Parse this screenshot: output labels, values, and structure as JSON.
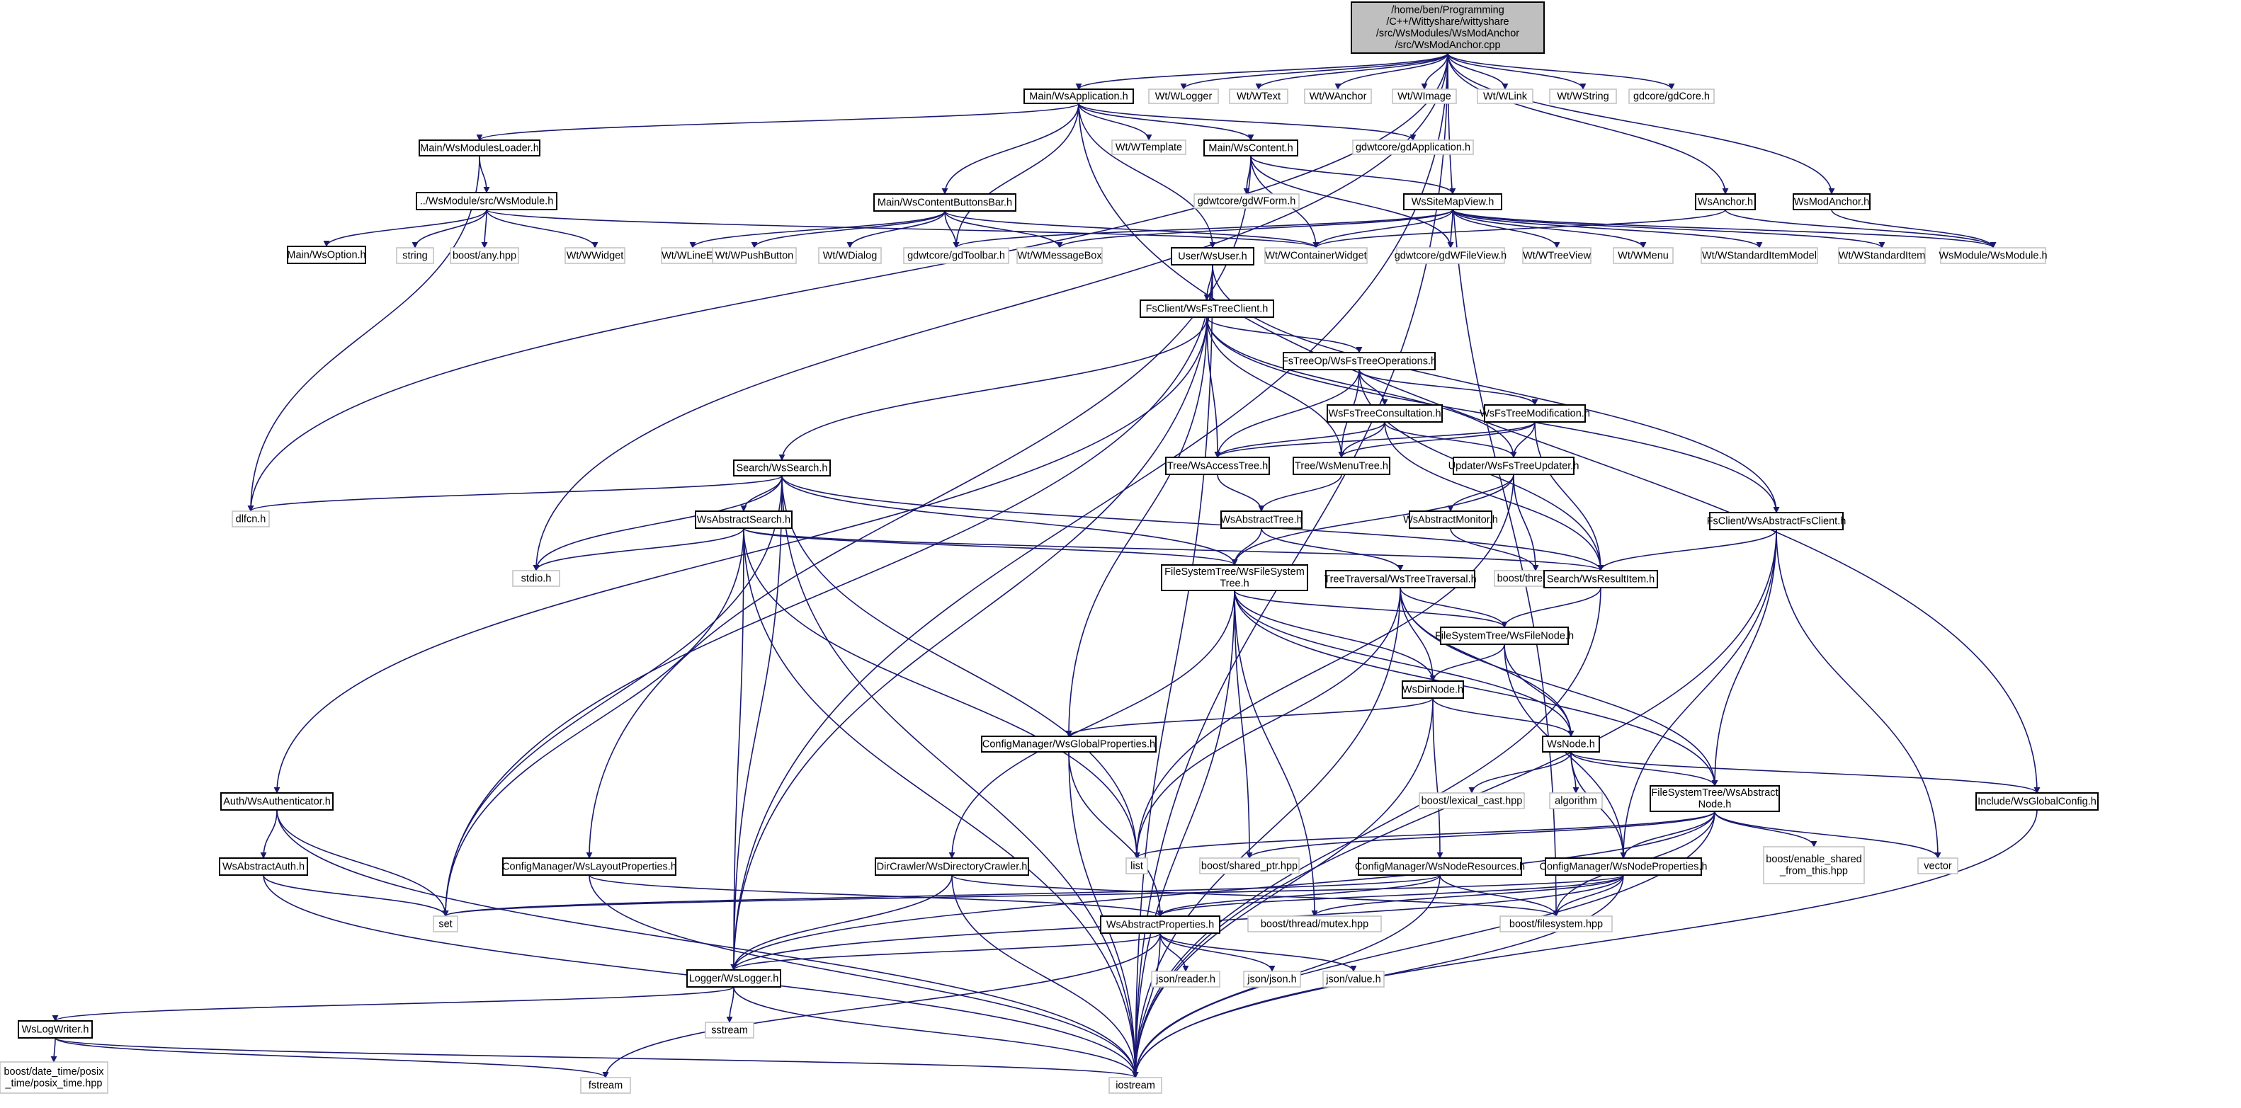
{
  "colors": {
    "edge": "#191970",
    "node_border": "#000000",
    "external_border": "#bfbfbf",
    "root_fill": "#bfbfbf"
  },
  "nodes": [
    {
      "id": "root",
      "lines": [
        "/home/ben/Programming",
        "/C++/Wittyshare/wittyshare",
        "/src/WsModules/WsModAnchor",
        "/src/WsModAnchor.cpp"
      ],
      "kind": "root"
    },
    {
      "id": "wsapp",
      "lines": [
        "Main/WsApplication.h"
      ],
      "kind": "file"
    },
    {
      "id": "wlogger",
      "lines": [
        "Wt/WLogger"
      ],
      "kind": "ext"
    },
    {
      "id": "wtext",
      "lines": [
        "Wt/WText"
      ],
      "kind": "ext"
    },
    {
      "id": "wanchor",
      "lines": [
        "Wt/WAnchor"
      ],
      "kind": "ext"
    },
    {
      "id": "wimage",
      "lines": [
        "Wt/WImage"
      ],
      "kind": "ext"
    },
    {
      "id": "wlink",
      "lines": [
        "Wt/WLink"
      ],
      "kind": "ext"
    },
    {
      "id": "wstring",
      "lines": [
        "Wt/WString"
      ],
      "kind": "ext"
    },
    {
      "id": "gdcore",
      "lines": [
        "gdcore/gdCore.h"
      ],
      "kind": "ext"
    },
    {
      "id": "modloader",
      "lines": [
        "Main/WsModulesLoader.h"
      ],
      "kind": "file"
    },
    {
      "id": "wtemplate",
      "lines": [
        "Wt/WTemplate"
      ],
      "kind": "ext"
    },
    {
      "id": "wscontent",
      "lines": [
        "Main/WsContent.h"
      ],
      "kind": "file"
    },
    {
      "id": "gdapp",
      "lines": [
        "gdwtcore/gdApplication.h"
      ],
      "kind": "ext"
    },
    {
      "id": "wsmodule",
      "lines": [
        "../WsModule/src/WsModule.h"
      ],
      "kind": "file"
    },
    {
      "id": "gdform",
      "lines": [
        "gdwtcore/gdWForm.h"
      ],
      "kind": "ext"
    },
    {
      "id": "cbuttons",
      "lines": [
        "Main/WsContentButtonsBar.h"
      ],
      "kind": "file"
    },
    {
      "id": "sitemap",
      "lines": [
        "WsSiteMapView.h"
      ],
      "kind": "file"
    },
    {
      "id": "wsanchorh",
      "lines": [
        "WsAnchor.h"
      ],
      "kind": "file"
    },
    {
      "id": "wsmodanchorh",
      "lines": [
        "WsModAnchor.h"
      ],
      "kind": "file"
    },
    {
      "id": "wsoption",
      "lines": [
        "Main/WsOption.h"
      ],
      "kind": "file"
    },
    {
      "id": "string",
      "lines": [
        "string"
      ],
      "kind": "ext"
    },
    {
      "id": "boostany",
      "lines": [
        "boost/any.hpp"
      ],
      "kind": "ext"
    },
    {
      "id": "wwidget",
      "lines": [
        "Wt/WWidget"
      ],
      "kind": "ext"
    },
    {
      "id": "wlineedit",
      "lines": [
        "Wt/WLineEdit"
      ],
      "kind": "ext"
    },
    {
      "id": "wpushbutton",
      "lines": [
        "Wt/WPushButton"
      ],
      "kind": "ext"
    },
    {
      "id": "wdialog",
      "lines": [
        "Wt/WDialog"
      ],
      "kind": "ext"
    },
    {
      "id": "gdtoolbar",
      "lines": [
        "gdwtcore/gdToolbar.h"
      ],
      "kind": "ext"
    },
    {
      "id": "wmessagebox",
      "lines": [
        "Wt/WMessageBox"
      ],
      "kind": "ext"
    },
    {
      "id": "wcontainer",
      "lines": [
        "Wt/WContainerWidget"
      ],
      "kind": "ext"
    },
    {
      "id": "gdfileview",
      "lines": [
        "gdwtcore/gdWFileView.h"
      ],
      "kind": "ext"
    },
    {
      "id": "wtreeview",
      "lines": [
        "Wt/WTreeView"
      ],
      "kind": "ext"
    },
    {
      "id": "wmenu",
      "lines": [
        "Wt/WMenu"
      ],
      "kind": "ext"
    },
    {
      "id": "wstdmodel",
      "lines": [
        "Wt/WStandardItemModel"
      ],
      "kind": "ext"
    },
    {
      "id": "wstditem",
      "lines": [
        "Wt/WStandardItem"
      ],
      "kind": "ext"
    },
    {
      "id": "wsmodmodule",
      "lines": [
        "WsModule/WsModule.h"
      ],
      "kind": "ext"
    },
    {
      "id": "wsuser",
      "lines": [
        "User/WsUser.h"
      ],
      "kind": "file"
    },
    {
      "id": "fstreeclient",
      "lines": [
        "FsClient/WsFsTreeClient.h"
      ],
      "kind": "file"
    },
    {
      "id": "fstreeops",
      "lines": [
        "FsTreeOp/WsFsTreeOperations.h"
      ],
      "kind": "file"
    },
    {
      "id": "fsconsult",
      "lines": [
        "WsFsTreeConsultation.h"
      ],
      "kind": "file"
    },
    {
      "id": "fsmodif",
      "lines": [
        "WsFsTreeModification.h"
      ],
      "kind": "file"
    },
    {
      "id": "accesstree",
      "lines": [
        "Tree/WsAccessTree.h"
      ],
      "kind": "file"
    },
    {
      "id": "menutree",
      "lines": [
        "Tree/WsMenuTree.h"
      ],
      "kind": "file"
    },
    {
      "id": "updater",
      "lines": [
        "Updater/WsFsTreeUpdater.h"
      ],
      "kind": "file"
    },
    {
      "id": "wssearch",
      "lines": [
        "Search/WsSearch.h"
      ],
      "kind": "file"
    },
    {
      "id": "dlfcn",
      "lines": [
        "dlfcn.h"
      ],
      "kind": "ext"
    },
    {
      "id": "abssearch",
      "lines": [
        "WsAbstractSearch.h"
      ],
      "kind": "file"
    },
    {
      "id": "abstree",
      "lines": [
        "WsAbstractTree.h"
      ],
      "kind": "file"
    },
    {
      "id": "absmonitor",
      "lines": [
        "WsAbstractMonitor.h"
      ],
      "kind": "file"
    },
    {
      "id": "absfsclient",
      "lines": [
        "FsClient/WsAbstractFsClient.h"
      ],
      "kind": "file"
    },
    {
      "id": "stdio",
      "lines": [
        "stdio.h"
      ],
      "kind": "ext"
    },
    {
      "id": "filesystemtree",
      "lines": [
        "FileSystemTree/WsFileSystem",
        "Tree.h"
      ],
      "kind": "file"
    },
    {
      "id": "treetraversal",
      "lines": [
        "TreeTraversal/WsTreeTraversal.h"
      ],
      "kind": "file"
    },
    {
      "id": "boostthread",
      "lines": [
        "boost/thread.hpp"
      ],
      "kind": "ext"
    },
    {
      "id": "resultitem",
      "lines": [
        "Search/WsResultItem.h"
      ],
      "kind": "file"
    },
    {
      "id": "filenode",
      "lines": [
        "FileSystemTree/WsFileNode.h"
      ],
      "kind": "file"
    },
    {
      "id": "dirnode",
      "lines": [
        "WsDirNode.h"
      ],
      "kind": "file"
    },
    {
      "id": "globalprops",
      "lines": [
        "ConfigManager/WsGlobalProperties.h"
      ],
      "kind": "file"
    },
    {
      "id": "wsnode",
      "lines": [
        "WsNode.h"
      ],
      "kind": "file"
    },
    {
      "id": "lexicalcast",
      "lines": [
        "boost/lexical_cast.hpp"
      ],
      "kind": "ext"
    },
    {
      "id": "algorithm",
      "lines": [
        "algorithm"
      ],
      "kind": "ext"
    },
    {
      "id": "absnode",
      "lines": [
        "FileSystemTree/WsAbstract",
        "Node.h"
      ],
      "kind": "file"
    },
    {
      "id": "globalconfig",
      "lines": [
        "Include/WsGlobalConfig.h"
      ],
      "kind": "file"
    },
    {
      "id": "authenticator",
      "lines": [
        "Auth/WsAuthenticator.h"
      ],
      "kind": "file"
    },
    {
      "id": "absauth",
      "lines": [
        "WsAbstractAuth.h"
      ],
      "kind": "file"
    },
    {
      "id": "layoutprops",
      "lines": [
        "ConfigManager/WsLayoutProperties.h"
      ],
      "kind": "file"
    },
    {
      "id": "dircrawler",
      "lines": [
        "DirCrawler/WsDirectoryCrawler.h"
      ],
      "kind": "file"
    },
    {
      "id": "list",
      "lines": [
        "list"
      ],
      "kind": "ext"
    },
    {
      "id": "sharedptr",
      "lines": [
        "boost/shared_ptr.hpp"
      ],
      "kind": "ext"
    },
    {
      "id": "noderesources",
      "lines": [
        "ConfigManager/WsNodeResources.h"
      ],
      "kind": "file"
    },
    {
      "id": "nodeprops",
      "lines": [
        "ConfigManager/WsNodeProperties.h"
      ],
      "kind": "file"
    },
    {
      "id": "enableshared",
      "lines": [
        "boost/enable_shared",
        "_from_this.hpp"
      ],
      "kind": "ext"
    },
    {
      "id": "vector",
      "lines": [
        "vector"
      ],
      "kind": "ext"
    },
    {
      "id": "set",
      "lines": [
        "set"
      ],
      "kind": "ext"
    },
    {
      "id": "absprops",
      "lines": [
        "WsAbstractProperties.h"
      ],
      "kind": "file"
    },
    {
      "id": "mutex",
      "lines": [
        "boost/thread/mutex.hpp"
      ],
      "kind": "ext"
    },
    {
      "id": "filesystem",
      "lines": [
        "boost/filesystem.hpp"
      ],
      "kind": "ext"
    },
    {
      "id": "wslogger",
      "lines": [
        "Logger/WsLogger.h"
      ],
      "kind": "file"
    },
    {
      "id": "jsonreader",
      "lines": [
        "json/reader.h"
      ],
      "kind": "ext"
    },
    {
      "id": "jsonjson",
      "lines": [
        "json/json.h"
      ],
      "kind": "ext"
    },
    {
      "id": "jsonvalue",
      "lines": [
        "json/value.h"
      ],
      "kind": "ext"
    },
    {
      "id": "logwriter",
      "lines": [
        "WsLogWriter.h"
      ],
      "kind": "file"
    },
    {
      "id": "sstream",
      "lines": [
        "sstream"
      ],
      "kind": "ext"
    },
    {
      "id": "posixtime",
      "lines": [
        "boost/date_time/posix",
        "_time/posix_time.hpp"
      ],
      "kind": "ext"
    },
    {
      "id": "fstream",
      "lines": [
        "fstream"
      ],
      "kind": "ext"
    },
    {
      "id": "iostream",
      "lines": [
        "iostream"
      ],
      "kind": "ext"
    }
  ],
  "edges": [
    [
      "root",
      "wsapp"
    ],
    [
      "root",
      "wlogger"
    ],
    [
      "root",
      "wtext"
    ],
    [
      "root",
      "wanchor"
    ],
    [
      "root",
      "wimage"
    ],
    [
      "root",
      "wlink"
    ],
    [
      "root",
      "wstring"
    ],
    [
      "root",
      "gdcore"
    ],
    [
      "root",
      "wsanchorh"
    ],
    [
      "root",
      "wsmodanchorh"
    ],
    [
      "root",
      "dlfcn"
    ],
    [
      "root",
      "stdio"
    ],
    [
      "root",
      "wslogger"
    ],
    [
      "root",
      "filesystem"
    ],
    [
      "root",
      "iostream"
    ],
    [
      "wsapp",
      "modloader"
    ],
    [
      "wsapp",
      "wtemplate"
    ],
    [
      "wsapp",
      "wscontent"
    ],
    [
      "wsapp",
      "gdapp"
    ],
    [
      "wsapp",
      "cbuttons"
    ],
    [
      "wsapp",
      "gdtoolbar"
    ],
    [
      "wsapp",
      "wsuser"
    ],
    [
      "wsapp",
      "globalconfig"
    ],
    [
      "modloader",
      "wsmodule"
    ],
    [
      "modloader",
      "dlfcn"
    ],
    [
      "wsmodule",
      "wsoption"
    ],
    [
      "wsmodule",
      "string"
    ],
    [
      "wsmodule",
      "boostany"
    ],
    [
      "wsmodule",
      "wwidget"
    ],
    [
      "wsmodule",
      "wcontainer"
    ],
    [
      "wscontent",
      "gdform"
    ],
    [
      "wscontent",
      "sitemap"
    ],
    [
      "wscontent",
      "wcontainer"
    ],
    [
      "wscontent",
      "gdfileview"
    ],
    [
      "wscontent",
      "layoutprops"
    ],
    [
      "cbuttons",
      "wlineedit"
    ],
    [
      "cbuttons",
      "wpushbutton"
    ],
    [
      "cbuttons",
      "wdialog"
    ],
    [
      "cbuttons",
      "gdtoolbar"
    ],
    [
      "cbuttons",
      "wmessagebox"
    ],
    [
      "cbuttons",
      "wcontainer"
    ],
    [
      "sitemap",
      "wmessagebox"
    ],
    [
      "sitemap",
      "gdtoolbar"
    ],
    [
      "sitemap",
      "wcontainer"
    ],
    [
      "sitemap",
      "gdfileview"
    ],
    [
      "sitemap",
      "wtreeview"
    ],
    [
      "sitemap",
      "wmenu"
    ],
    [
      "sitemap",
      "wstdmodel"
    ],
    [
      "sitemap",
      "wstditem"
    ],
    [
      "sitemap",
      "wsmodmodule"
    ],
    [
      "wsanchorh",
      "wcontainer"
    ],
    [
      "wsanchorh",
      "wsmodmodule"
    ],
    [
      "wsmodanchorh",
      "wsmodmodule"
    ],
    [
      "wsuser",
      "fstreeclient"
    ],
    [
      "wsuser",
      "absfsclient"
    ],
    [
      "wsuser",
      "set"
    ],
    [
      "wsuser",
      "wslogger"
    ],
    [
      "wsuser",
      "iostream"
    ],
    [
      "fstreeclient",
      "fstreeops"
    ],
    [
      "fstreeclient",
      "accesstree"
    ],
    [
      "fstreeclient",
      "menutree"
    ],
    [
      "fstreeclient",
      "updater"
    ],
    [
      "fstreeclient",
      "wssearch"
    ],
    [
      "fstreeclient",
      "authenticator"
    ],
    [
      "fstreeclient",
      "globalprops"
    ],
    [
      "fstreeclient",
      "absfsclient"
    ],
    [
      "fstreeops",
      "fsconsult"
    ],
    [
      "fstreeops",
      "fsmodif"
    ],
    [
      "fstreeops",
      "accesstree"
    ],
    [
      "fstreeops",
      "menutree"
    ],
    [
      "fstreeops",
      "resultitem"
    ],
    [
      "fsconsult",
      "accesstree"
    ],
    [
      "fsconsult",
      "menutree"
    ],
    [
      "fsconsult",
      "updater"
    ],
    [
      "fsconsult",
      "resultitem"
    ],
    [
      "fsmodif",
      "accesstree"
    ],
    [
      "fsmodif",
      "menutree"
    ],
    [
      "fsmodif",
      "updater"
    ],
    [
      "fsmodif",
      "resultitem"
    ],
    [
      "accesstree",
      "abstree"
    ],
    [
      "menutree",
      "abstree"
    ],
    [
      "updater",
      "absmonitor"
    ],
    [
      "updater",
      "boostthread"
    ],
    [
      "updater",
      "filesystemtree"
    ],
    [
      "updater",
      "list"
    ],
    [
      "absmonitor",
      "boostthread"
    ],
    [
      "abstree",
      "filesystemtree"
    ],
    [
      "abstree",
      "treetraversal"
    ],
    [
      "wssearch",
      "abssearch"
    ],
    [
      "wssearch",
      "dlfcn"
    ],
    [
      "wssearch",
      "stdio"
    ],
    [
      "wssearch",
      "filesystemtree"
    ],
    [
      "wssearch",
      "resultitem"
    ],
    [
      "wssearch",
      "set"
    ],
    [
      "wssearch",
      "list"
    ],
    [
      "wssearch",
      "wslogger"
    ],
    [
      "wssearch",
      "iostream"
    ],
    [
      "abssearch",
      "stdio"
    ],
    [
      "abssearch",
      "filesystemtree"
    ],
    [
      "abssearch",
      "resultitem"
    ],
    [
      "abssearch",
      "set"
    ],
    [
      "abssearch",
      "list"
    ],
    [
      "abssearch",
      "wslogger"
    ],
    [
      "abssearch",
      "iostream"
    ],
    [
      "absfsclient",
      "resultitem"
    ],
    [
      "absfsclient",
      "absnode"
    ],
    [
      "absfsclient",
      "nodeprops"
    ],
    [
      "absfsclient",
      "vector"
    ],
    [
      "absfsclient",
      "iostream"
    ],
    [
      "filesystemtree",
      "filenode"
    ],
    [
      "filesystemtree",
      "dirnode"
    ],
    [
      "filesystemtree",
      "wsnode"
    ],
    [
      "filesystemtree",
      "dircrawler"
    ],
    [
      "filesystemtree",
      "sharedptr"
    ],
    [
      "filesystemtree",
      "mutex"
    ],
    [
      "filesystemtree",
      "absnode"
    ],
    [
      "filesystemtree",
      "iostream"
    ],
    [
      "treetraversal",
      "filenode"
    ],
    [
      "treetraversal",
      "dirnode"
    ],
    [
      "treetraversal",
      "wsnode"
    ],
    [
      "treetraversal",
      "absnode"
    ],
    [
      "treetraversal",
      "list"
    ],
    [
      "treetraversal",
      "iostream"
    ],
    [
      "resultitem",
      "filenode"
    ],
    [
      "resultitem",
      "iostream"
    ],
    [
      "filenode",
      "dirnode"
    ],
    [
      "filenode",
      "wsnode"
    ],
    [
      "filenode",
      "nodeprops"
    ],
    [
      "dirnode",
      "globalprops"
    ],
    [
      "dirnode",
      "wsnode"
    ],
    [
      "dirnode",
      "noderesources"
    ],
    [
      "dirnode",
      "iostream"
    ],
    [
      "globalprops",
      "absprops"
    ],
    [
      "globalprops",
      "iostream"
    ],
    [
      "wsnode",
      "lexicalcast"
    ],
    [
      "wsnode",
      "algorithm"
    ],
    [
      "wsnode",
      "absnode"
    ],
    [
      "wsnode",
      "nodeprops"
    ],
    [
      "wsnode",
      "globalconfig"
    ],
    [
      "absnode",
      "list"
    ],
    [
      "absnode",
      "sharedptr"
    ],
    [
      "absnode",
      "enableshared"
    ],
    [
      "absnode",
      "vector"
    ],
    [
      "absnode",
      "nodeprops"
    ],
    [
      "absnode",
      "filesystem"
    ],
    [
      "absnode",
      "wslogger"
    ],
    [
      "absnode",
      "iostream"
    ],
    [
      "globalconfig",
      "iostream"
    ],
    [
      "authenticator",
      "absauth"
    ],
    [
      "authenticator",
      "set"
    ],
    [
      "authenticator",
      "iostream"
    ],
    [
      "absauth",
      "set"
    ],
    [
      "absauth",
      "iostream"
    ],
    [
      "layoutprops",
      "absprops"
    ],
    [
      "layoutprops",
      "iostream"
    ],
    [
      "dircrawler",
      "wslogger"
    ],
    [
      "dircrawler",
      "filesystem"
    ],
    [
      "dircrawler",
      "iostream"
    ],
    [
      "noderesources",
      "absprops"
    ],
    [
      "noderesources",
      "set"
    ],
    [
      "noderesources",
      "filesystem"
    ],
    [
      "noderesources",
      "iostream"
    ],
    [
      "nodeprops",
      "absprops"
    ],
    [
      "nodeprops",
      "set"
    ],
    [
      "nodeprops",
      "mutex"
    ],
    [
      "nodeprops",
      "filesystem"
    ],
    [
      "nodeprops",
      "wslogger"
    ],
    [
      "nodeprops",
      "iostream"
    ],
    [
      "absprops",
      "jsonreader"
    ],
    [
      "absprops",
      "jsonjson"
    ],
    [
      "absprops",
      "jsonvalue"
    ],
    [
      "absprops",
      "wslogger"
    ],
    [
      "absprops",
      "iostream"
    ],
    [
      "absprops",
      "fstream"
    ],
    [
      "wslogger",
      "logwriter"
    ],
    [
      "wslogger",
      "sstream"
    ],
    [
      "wslogger",
      "iostream"
    ],
    [
      "logwriter",
      "posixtime"
    ],
    [
      "logwriter",
      "fstream"
    ],
    [
      "logwriter",
      "iostream"
    ]
  ]
}
